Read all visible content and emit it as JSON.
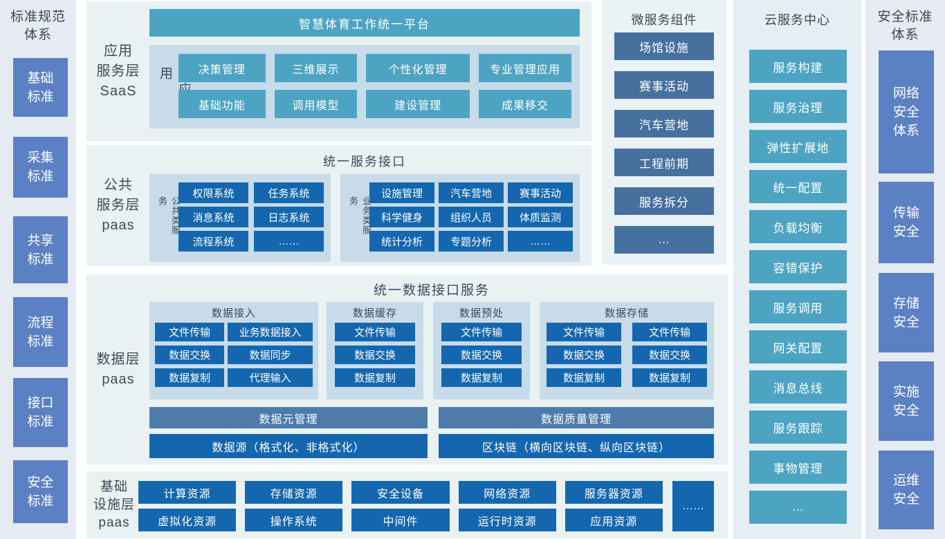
{
  "standards_panel": {
    "title": "标准规范体系",
    "items": [
      "基础标准",
      "采集标准",
      "共享标准",
      "流程标准",
      "接口标准",
      "安全标准"
    ]
  },
  "saas_layer": {
    "label_line1": "应用",
    "label_line2": "服务层",
    "label_line3": "SaaS",
    "platform_header": "智慧体育工作统一平台",
    "micro_app_label": "微应用",
    "buttons": [
      "决策管理",
      "三维展示",
      "个性化管理",
      "专业管理应用",
      "基础功能",
      "调用模型",
      "建设管理",
      "成果移交"
    ]
  },
  "public_service_layer": {
    "label_line1": "公共",
    "label_line2": "服务层",
    "label_line3": "paas",
    "header": "统一服务接口",
    "public_group": {
      "label": "公共类服务",
      "items": [
        "权限系统",
        "任务系统",
        "消息系统",
        "日志系统",
        "流程系统",
        "……"
      ]
    },
    "business_group": {
      "label": "业务类服务",
      "items": [
        "设施管理",
        "汽车营地",
        "赛事活动",
        "科学健身",
        "组织人员",
        "体质监测",
        "统计分析",
        "专题分析",
        "……"
      ]
    }
  },
  "data_layer": {
    "label_line1": "数据层",
    "label_line2": "paas",
    "header": "统一数据接口服务",
    "groups": [
      {
        "title": "数据接入",
        "items": [
          "文件传输",
          "业务数据接入",
          "数据交换",
          "数据同步",
          "数据复制",
          "代理输入"
        ]
      },
      {
        "title": "数据缓存",
        "items": [
          "文件传输",
          "数据交换",
          "数据复制"
        ]
      },
      {
        "title": "数据预处",
        "items": [
          "文件传输",
          "数据交换",
          "数据复制"
        ]
      },
      {
        "title": "数据存储",
        "items": [
          "文件传输",
          "文件传输",
          "数据交换",
          "数据交换",
          "数据复制",
          "数据复制"
        ]
      }
    ],
    "meta_bar": "数据元管理",
    "quality_bar": "数据质量管理",
    "source_bar": "数据源（格式化、非格式化）",
    "blockchain_bar": "区块链（横向区块链、纵向区块链）"
  },
  "infrastructure_layer": {
    "label_line1": "基础",
    "label_line2": "设施层",
    "label_line3": "paas",
    "row1": [
      "计算资源",
      "存储资源",
      "安全设备",
      "网络资源",
      "服务器资源"
    ],
    "row2": [
      "虚拟化资源",
      "操作系统",
      "中间件",
      "运行时资源",
      "应用资源"
    ],
    "more": "……"
  },
  "microservices_panel": {
    "title": "微服务组件",
    "items": [
      "场馆设施",
      "赛事活动",
      "汽车营地",
      "工程前期",
      "服务拆分",
      "…"
    ]
  },
  "cloud_center_panel": {
    "title": "云服务中心",
    "items": [
      "服务构建",
      "服务治理",
      "弹性扩展地",
      "统一配置",
      "负载均衡",
      "容错保护",
      "服务调用",
      "网关配置",
      "消息总线",
      "服务跟踪",
      "事物管理",
      "…"
    ]
  },
  "security_panel": {
    "title": "安全标准体系",
    "items": [
      "网络安全体系",
      "传输安全",
      "存储安全",
      "实施安全",
      "运维安全"
    ]
  },
  "colors": {
    "teal": "#4da4c2",
    "blue": "#1467ae",
    "slate": "#46709d",
    "slate_light": "#4d7cab",
    "periwinkle": "#5b80c3",
    "panel_bg": "#e9f1f2",
    "inner_panel_bg": "#c7dbe9",
    "strip_bg": "#e6eaf3",
    "text_dark": "#3d4a59"
  }
}
